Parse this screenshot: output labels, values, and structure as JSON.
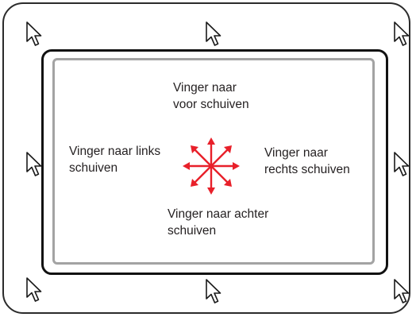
{
  "labels": {
    "forward": [
      "Vinger naar",
      "voor schuiven"
    ],
    "left": [
      "Vinger naar links",
      "schuiven"
    ],
    "right": [
      "Vinger naar",
      "rechts schuiven"
    ],
    "back": [
      "Vinger naar achter",
      "schuiven"
    ]
  },
  "colors": {
    "arrow": "#e8202a",
    "outer_border": "#2b2b2b",
    "touchpad_border": "#111111",
    "touch_area_border": "#a3a3a3"
  },
  "icons": {
    "cursor": "mouse-pointer-icon",
    "center": "eight-direction-arrows-icon"
  }
}
